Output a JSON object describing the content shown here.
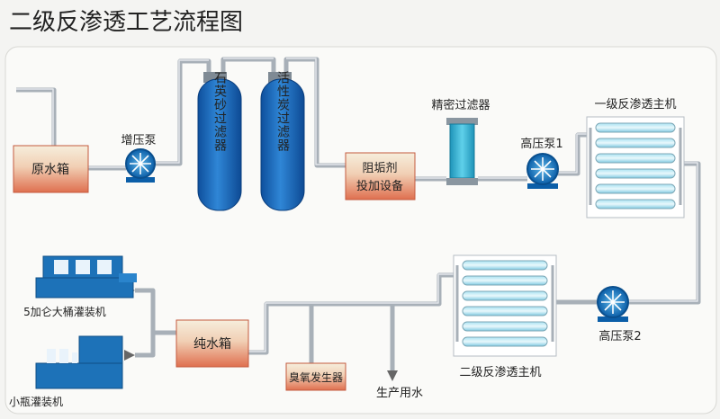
{
  "title": "二级反渗透工艺流程图",
  "nodes": {
    "raw_tank": "原水箱",
    "booster_pump": "增压泵",
    "quartz_filter": "石英砂过滤器",
    "carbon_filter": "活性炭过滤器",
    "antiscalant_line1": "阻垢剂",
    "antiscalant_line2": "投加设备",
    "precision_filter": "精密过滤器",
    "hp_pump1": "高压泵1",
    "ro1": "一级反渗透主机",
    "hp_pump2": "高压泵2",
    "ro2": "二级反渗透主机",
    "pure_tank": "纯水箱",
    "ozone": "臭氧发生器",
    "production_water": "生产用水",
    "barrel_filler": "5加仑大桶灌装机",
    "bottle_filler": "小瓶灌装机"
  },
  "colors": {
    "pipe": "#9aa3ab",
    "tank_top": "#f4ecd8",
    "tank_bottom": "#e07a5a",
    "vessel_blue": "#1a63b8",
    "cyan": "#3bb7d6",
    "machine_blue": "#1d72b8"
  },
  "icons": {
    "pump": "pump-icon",
    "arrow": "arrow-icon"
  }
}
